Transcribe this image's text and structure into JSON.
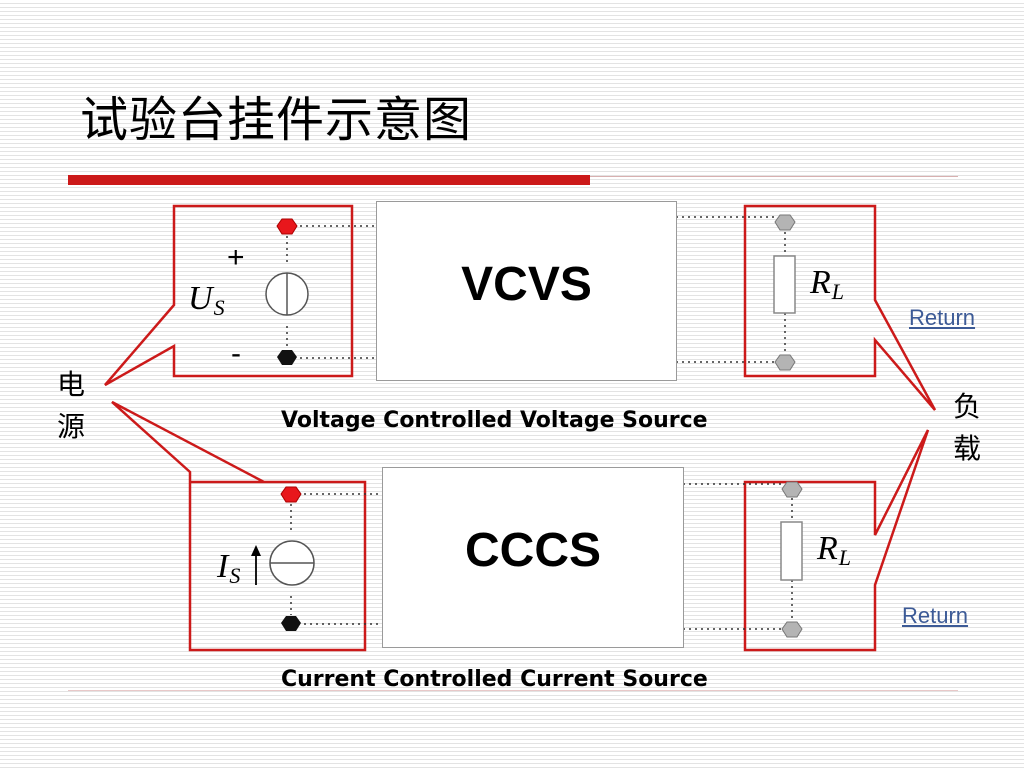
{
  "title": "试验台挂件示意图",
  "vcvs": {
    "label": "VCVS",
    "caption": "Voltage Controlled Voltage Source",
    "source_symbol": "U",
    "source_subscript": "S",
    "plus_sign": "+",
    "minus_sign": "-",
    "load_symbol": "R",
    "load_subscript": "L",
    "return_link": "Return"
  },
  "cccs": {
    "label": "CCCS",
    "caption": "Current Controlled Current Source",
    "source_symbol": "I",
    "source_subscript": "S",
    "load_symbol": "R",
    "load_subscript": "L",
    "return_link": "Return"
  },
  "source_label": [
    "电",
    "源"
  ],
  "load_label": [
    "负",
    "载"
  ],
  "colors": {
    "accent_red": "#cc1a1a",
    "terminal_red": "#e8171c",
    "terminal_black": "#111111",
    "terminal_gray": "#b4b4b4",
    "link_blue": "#3c5a96"
  }
}
